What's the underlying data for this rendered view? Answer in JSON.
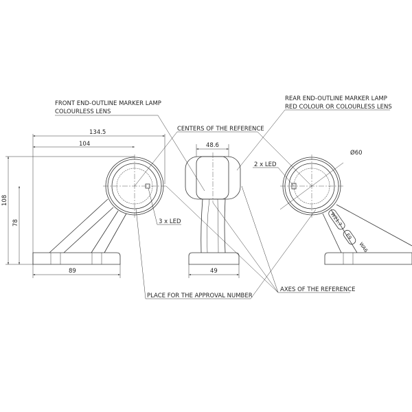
{
  "labels": {
    "front_line1": "FRONT END-OUTLINE MARKER LAMP",
    "front_line2": "COLOURLESS LENS",
    "rear_line1": "REAR END-OUTLINE MARKER LAMP",
    "rear_line2": "RED COLOUR OR COLOURLESS LENS",
    "centers": "CENTERS OF THE REFERENCE",
    "axes": "AXES OF THE REFERENCE",
    "approval": "PLACE FOR THE APPROVAL NUMBER",
    "front_led": "3 x LED",
    "rear_led": "2 x LED"
  },
  "dimensions": {
    "overall_width": "134.5",
    "center_offset": "104",
    "overall_height": "108",
    "center_height": "78",
    "base_length": "89",
    "lamp_width": "48.6",
    "base_width": "49",
    "diameter": "Ø60"
  },
  "markings": [
    "W21.7",
    "E9",
    "WA6"
  ]
}
